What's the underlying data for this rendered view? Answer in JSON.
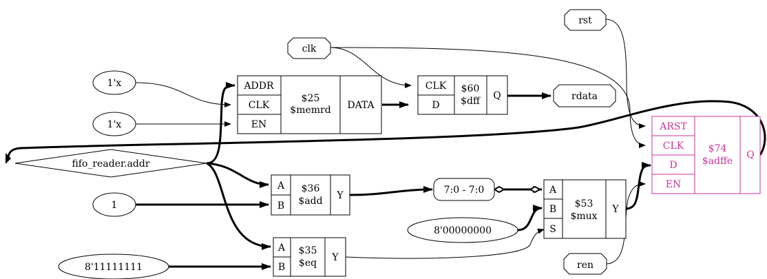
{
  "ports": {
    "rst": "rst",
    "clk": "clk",
    "rdata": "rdata",
    "ren": "ren"
  },
  "constants": {
    "x1": "1'x",
    "x2": "1'x",
    "one": "1",
    "zeros": "8'00000000",
    "ones": "8'11111111"
  },
  "addr_signal": "fifo_reader.addr",
  "slice": "7:0 - 7:0",
  "cells": {
    "memrd": {
      "id": "$25",
      "type": "$memrd",
      "inputs": [
        "ADDR",
        "CLK",
        "EN"
      ],
      "output": "DATA"
    },
    "dff": {
      "id": "$60",
      "type": "$dff",
      "inputs": [
        "CLK",
        "D"
      ],
      "output": "Q"
    },
    "adffe": {
      "id": "$74",
      "type": "$adffe",
      "inputs": [
        "ARST",
        "CLK",
        "D",
        "EN"
      ],
      "output": "Q"
    },
    "add": {
      "id": "$36",
      "type": "$add",
      "inputs": [
        "A",
        "B"
      ],
      "output": "Y"
    },
    "mux": {
      "id": "$53",
      "type": "$mux",
      "inputs": [
        "A",
        "B",
        "S"
      ],
      "output": "Y"
    },
    "eq": {
      "id": "$35",
      "type": "$eq",
      "inputs": [
        "A",
        "B"
      ],
      "output": "Y"
    }
  },
  "colors": {
    "highlight": "#c9339b",
    "line": "#000000",
    "background": "#ffffff"
  }
}
